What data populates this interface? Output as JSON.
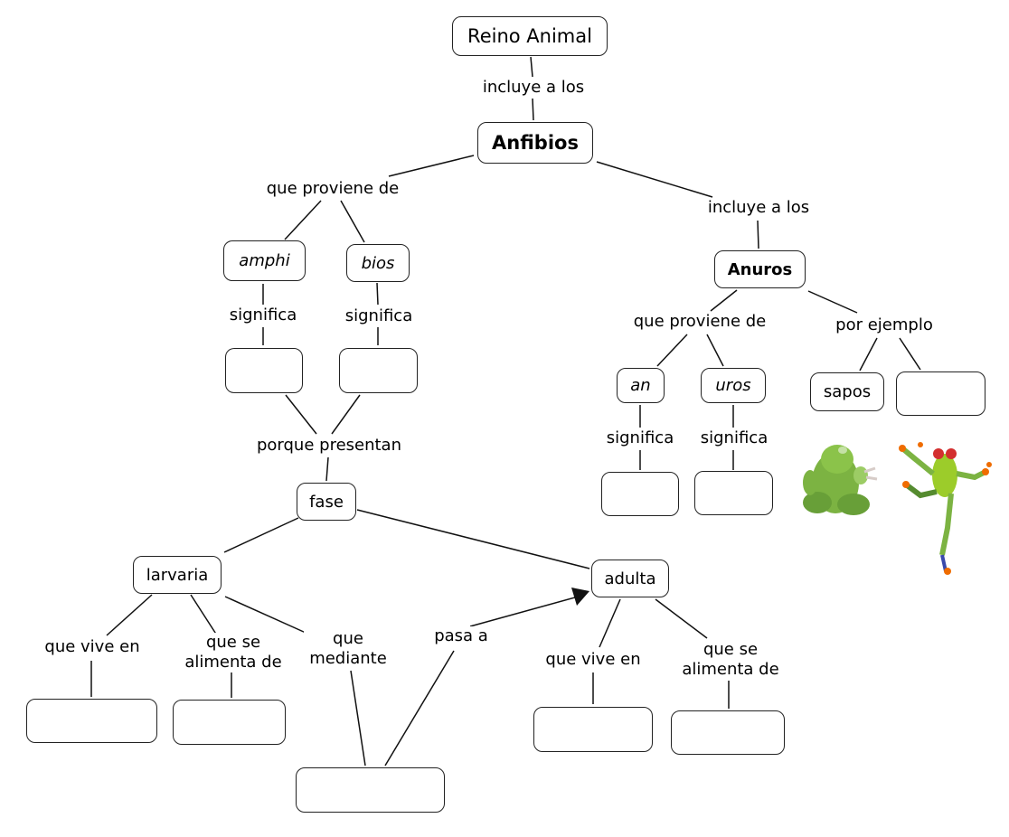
{
  "nodes": {
    "reino_animal": "Reino Animal",
    "anfibios": "Anfibios",
    "amphi": "amphi",
    "bios": "bios",
    "fase": "fase",
    "larvaria": "larvaria",
    "adulta": "adulta",
    "anuros": "Anuros",
    "an": "an",
    "uros": "uros",
    "sapos": "sapos"
  },
  "links": {
    "incluye_top": "incluye a los",
    "que_proviene_left": "que proviene de",
    "significa_1": "significa",
    "significa_2": "significa",
    "porque_presentan": "porque presentan",
    "incluye_right": "incluye a los",
    "que_proviene_right": "que proviene de",
    "por_ejemplo": "por ejemplo",
    "significa_3": "significa",
    "significa_4": "significa",
    "que_vive_en_1": "que vive en",
    "que_se_alimenta_1": "que se alimenta de",
    "que_mediante": "que mediante",
    "pasa_a": "pasa a",
    "que_vive_en_2": "que vive en",
    "que_se_alimenta_2": "que se alimenta de"
  },
  "images": [
    "frog-sitting-illustration",
    "tree-frog-illustration"
  ]
}
